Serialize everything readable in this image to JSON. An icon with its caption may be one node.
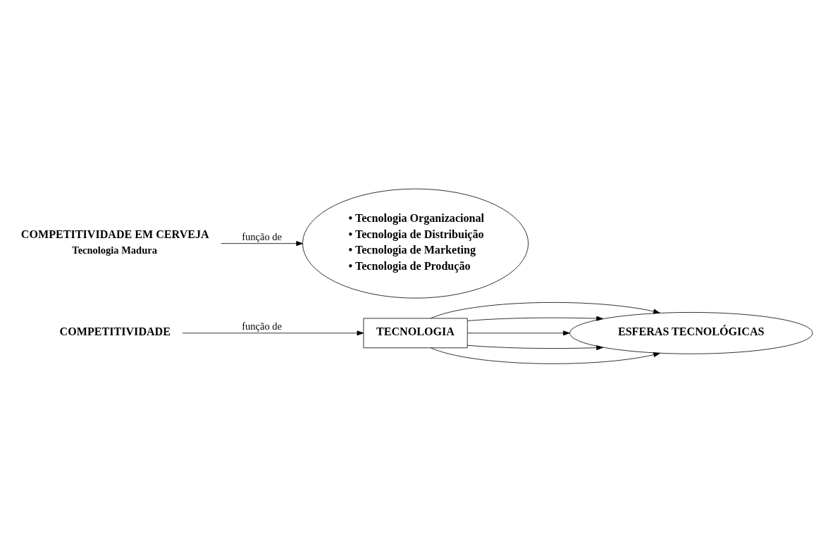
{
  "diagram": {
    "nodes": [
      {
        "text": [
          "COMPETITIVIDADE"
        ]
      },
      {
        "text": [
          "TECNOLOGIA"
        ]
      },
      {
        "text": [
          "ESFERAS TECNOLÓGICAS"
        ]
      },
      {
        "text": [
          "COMPETITIVIDADE EM CERVEJA",
          "Tecnologia Madura"
        ]
      },
      {
        "text": [
          "• Tecnologia Organizacional",
          "• Tecnologia de Distribuição",
          "• Tecnologia de Marketing",
          "• Tecnologia de Produção"
        ]
      }
    ],
    "edges": [
      {
        "from": 0,
        "to": 1,
        "arrow": "to",
        "label": "função de"
      },
      {
        "from": 1,
        "to": 2,
        "arrow": "to"
      },
      {
        "from": 1,
        "to": 2,
        "arrow": "to"
      },
      {
        "from": 1,
        "to": 2,
        "arrow": "to"
      },
      {
        "from": 1,
        "to": 2,
        "arrow": "to"
      },
      {
        "from": 1,
        "to": 2,
        "arrow": "to"
      },
      {
        "from": 3,
        "to": 4,
        "arrow": "to",
        "label": "função de"
      }
    ]
  }
}
